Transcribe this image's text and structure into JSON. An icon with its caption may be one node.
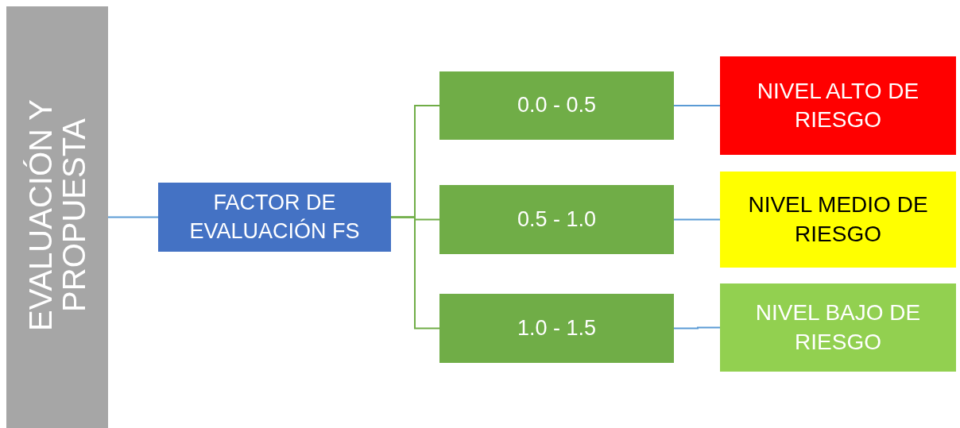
{
  "diagram": {
    "nodes": [
      {
        "text": [
          "EVALUACIÓN Y PROPUESTA"
        ]
      },
      {
        "text": [
          "FACTOR DE EVALUACIÓN FS"
        ]
      },
      {
        "text": [
          "0.0 - 0.5"
        ]
      },
      {
        "text": [
          "0.5 - 1.0"
        ]
      },
      {
        "text": [
          "1.0 - 1.5"
        ]
      },
      {
        "text": [
          "NIVEL ALTO DE RIESGO"
        ]
      },
      {
        "text": [
          "NIVEL MEDIO DE RIESGO"
        ]
      },
      {
        "text": [
          "NIVEL BAJO DE RIESGO"
        ]
      }
    ],
    "edges": [
      {
        "from": 0,
        "to": 1,
        "arrow": "none"
      },
      {
        "from": 1,
        "to": 2,
        "arrow": "none",
        "color": "#70ad47"
      },
      {
        "from": 1,
        "to": 3,
        "arrow": "none",
        "color": "#70ad47"
      },
      {
        "from": 1,
        "to": 4,
        "arrow": "none",
        "color": "#70ad47"
      },
      {
        "from": 2,
        "to": 5,
        "arrow": "none"
      },
      {
        "from": 3,
        "to": 6,
        "arrow": "none"
      },
      {
        "from": 4,
        "to": 7,
        "arrow": "none"
      }
    ]
  }
}
